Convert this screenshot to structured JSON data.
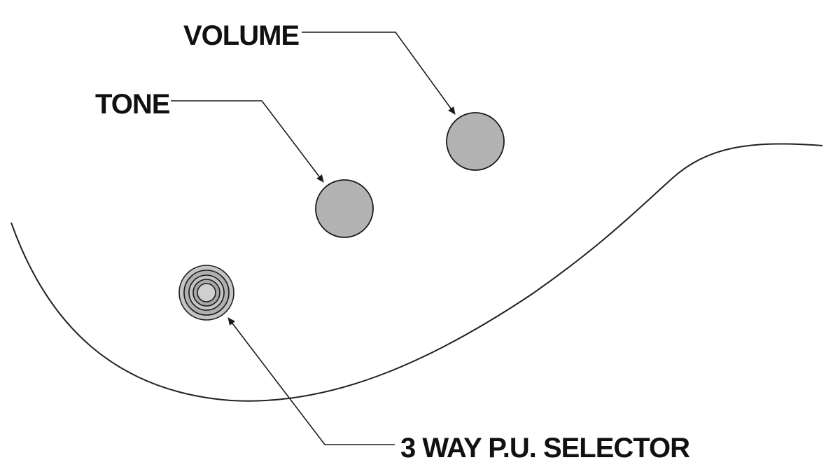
{
  "labels": {
    "volume": "VOLUME",
    "tone": "TONE",
    "selector": "3 WAY P.U. SELECTOR"
  },
  "colors": {
    "knob_fill": "#b3b3b3",
    "switch_fill": "#bdbdbd",
    "line": "#1a1a1a",
    "text": "#111111"
  },
  "controls": [
    {
      "id": "volume-knob",
      "icon": "knob"
    },
    {
      "id": "tone-knob",
      "icon": "knob"
    },
    {
      "id": "pickup-selector-switch",
      "icon": "toggle-switch"
    }
  ]
}
